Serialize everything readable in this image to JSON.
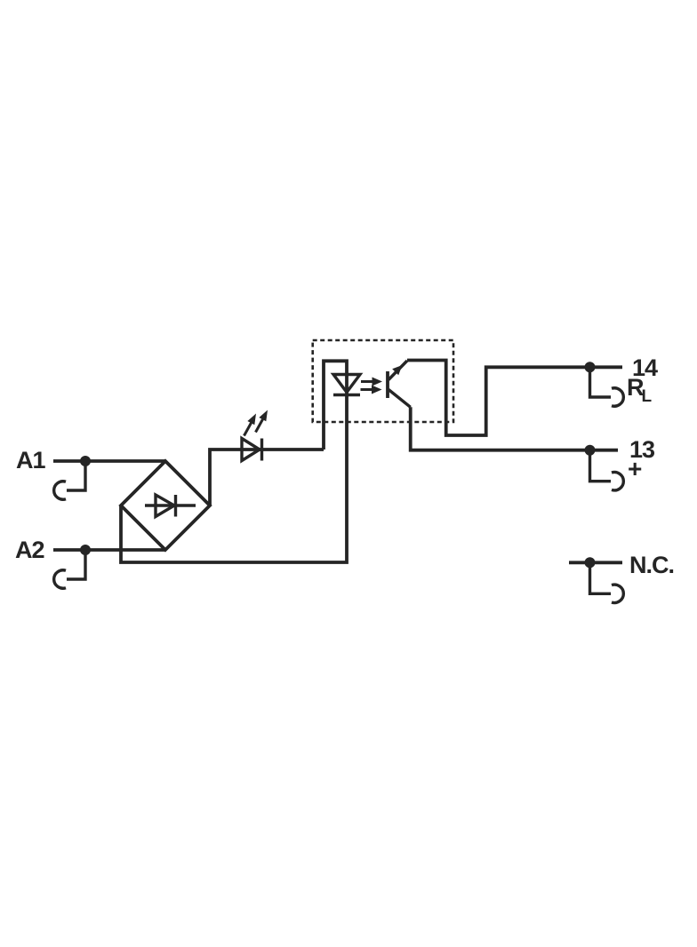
{
  "schematic": {
    "background_color": "#ffffff",
    "line_color": "#252525",
    "terminals": {
      "a1": {
        "label": "A1"
      },
      "a2": {
        "label": "A2"
      },
      "t14": {
        "label": "14",
        "load_label": "R",
        "load_subscript": "L"
      },
      "t13": {
        "label": "13",
        "polarity": "+"
      },
      "nc": {
        "label": "N.C."
      }
    },
    "components": [
      "input-terminal-a1",
      "input-terminal-a2",
      "bridge-rectifier",
      "status-led",
      "optocoupler",
      "opto-led",
      "phototransistor",
      "output-terminal-14",
      "output-terminal-13",
      "terminal-nc"
    ]
  }
}
